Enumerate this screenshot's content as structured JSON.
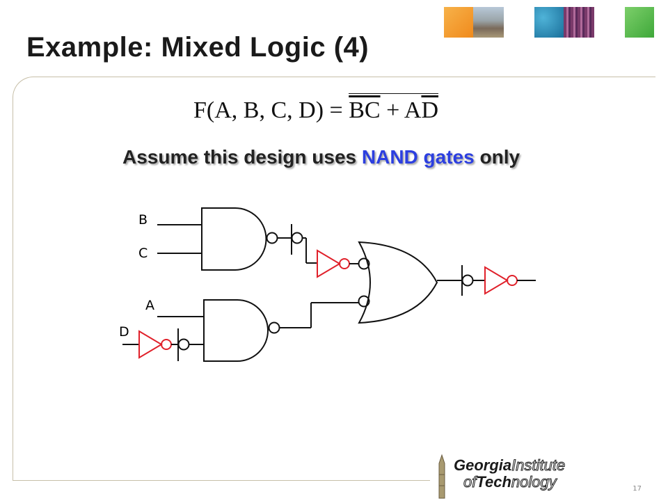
{
  "slide": {
    "title": "Example: Mixed Logic (4)",
    "equation_prefix": "F(A, B, C, D) =",
    "equation_term1": "BC",
    "equation_plus": "+",
    "equation_term2_a": "A",
    "equation_term2_d": "D",
    "assume_part1": "Assume this design uses ",
    "assume_highlight": "NAND gates",
    "assume_part2": " only",
    "page_number": "17"
  },
  "circuit": {
    "label_b": "B",
    "label_c": "C",
    "label_a": "A",
    "label_d": "D"
  },
  "logo": {
    "line1_bold": "Georgia",
    "line1_light": "Institute",
    "line2_light": "of",
    "line2_bold": "Tech",
    "line2_rest": "nology"
  },
  "colors": {
    "title": "#1a1a1a",
    "highlight": "#2c3fe0",
    "inverter": "#e0202a",
    "frame": "#c7bfa8"
  }
}
